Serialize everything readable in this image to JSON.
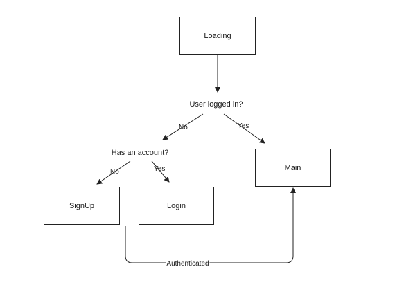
{
  "nodes": {
    "loading": "Loading",
    "main": "Main",
    "signup": "SignUp",
    "login": "Login"
  },
  "decisions": {
    "logged_in": "User logged in?",
    "has_account": "Has an account?"
  },
  "edge_labels": {
    "logged_in_no": "No",
    "logged_in_yes": "Yes",
    "has_account_no": "No",
    "has_account_yes": "Yes",
    "authenticated": "Authenticated"
  },
  "colors": {
    "stroke": "#222222",
    "text": "#1a1a1a",
    "background": "#ffffff"
  }
}
